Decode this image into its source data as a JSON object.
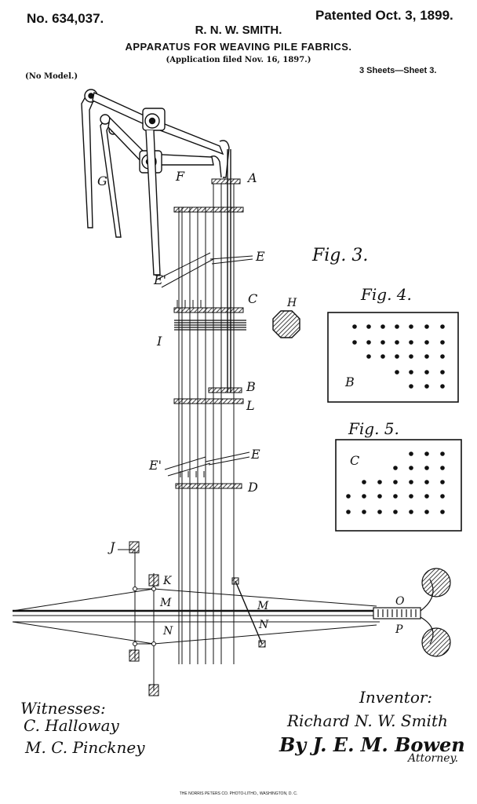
{
  "header": {
    "patent_number": "No. 634,037.",
    "patent_date": "Patented Oct. 3, 1899.",
    "inventor_name": "R. N. W. SMITH.",
    "title": "APPARATUS FOR WEAVING PILE FABRICS.",
    "application": "(Application filed Nov. 16, 1897.)",
    "model": "(No Model.)",
    "sheets": "3 Sheets—Sheet 3."
  },
  "figures": {
    "fig3": "Fig. 3.",
    "fig4": "Fig. 4.",
    "fig5": "Fig. 5."
  },
  "labels": {
    "A": "A",
    "B": "B",
    "C": "C",
    "D": "D",
    "E": "E",
    "E_upper_right": "E",
    "E_lower_right": "E",
    "E1_upper": "E'",
    "E1_lower": "E'",
    "F": "F",
    "G": "G",
    "H": "H",
    "I": "I",
    "J": "J",
    "K": "K",
    "L": "L",
    "M_left": "M",
    "M_right": "M",
    "N_left": "N",
    "N_right": "N",
    "O": "O",
    "P": "P",
    "fig4_B": "B",
    "fig5_C": "C"
  },
  "signatures": {
    "witnesses_label": "Witnesses:",
    "witness_1": "C. Halloway",
    "witness_2": "M. C. Pinckney",
    "inventor_label": "Inventor:",
    "inventor_signature": "Richard N. W. Smith",
    "attorney_signature": "By J. E. M. Bowen",
    "attorney_label": "Attorney."
  },
  "footer": "THE NORRIS PETERS CO. PHOTO-LITHO., WASHINGTON, D. C."
}
